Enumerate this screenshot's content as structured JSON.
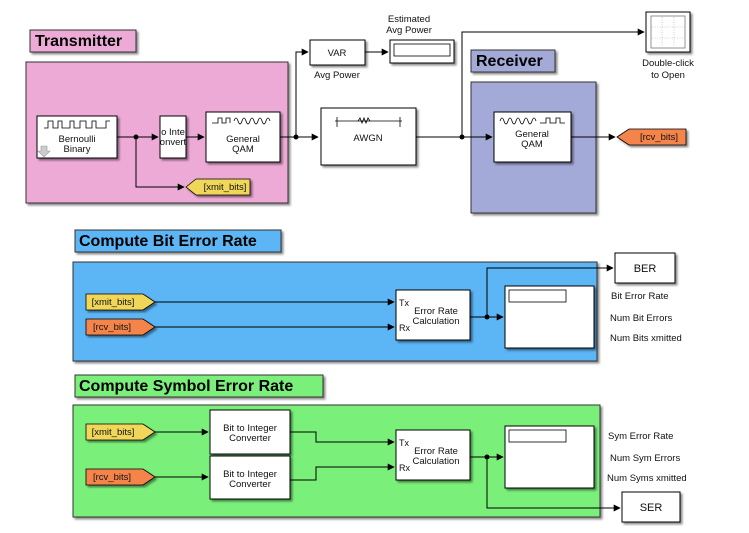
{
  "areas": {
    "transmitter": {
      "title": "Transmitter",
      "color": "#eeaad6"
    },
    "receiver": {
      "title": "Receiver",
      "color": "#a4aad8"
    },
    "ber": {
      "title": "Compute Bit Error Rate",
      "color": "#5bb5f5"
    },
    "ser": {
      "title": "Compute Symbol Error Rate",
      "color": "#7af07a"
    }
  },
  "blocks": {
    "bernoulli": {
      "line1": "Bernoulli",
      "line2": "Binary"
    },
    "bit_to_int_tx": {
      "line1": "o Inte",
      "line2": "onvert"
    },
    "qam_mod": {
      "line1": "General",
      "line2": "QAM"
    },
    "var": {
      "label": "VAR",
      "caption": "Avg Power"
    },
    "estimated_power": {
      "line1": "Estimated",
      "line2": "Avg Power"
    },
    "awgn": {
      "label": "AWGN"
    },
    "qam_demod": {
      "line1": "General",
      "line2": "QAM"
    },
    "scope": {
      "line1": "Double-click",
      "line2": "to Open"
    },
    "goto_xmit": {
      "label": "[xmit_bits]"
    },
    "goto_rcv": {
      "label": "[rcv_bits]"
    },
    "from_xmit_ber": {
      "label": "[xmit_bits]"
    },
    "from_rcv_ber": {
      "label": "[rcv_bits]"
    },
    "err_calc_ber": {
      "port_tx": "Tx",
      "port_rx": "Rx",
      "line1": "Error Rate",
      "line2": "Calculation"
    },
    "ber_out": {
      "label": "BER"
    },
    "ber_display_labels": [
      "Bit Error Rate",
      "Num Bit Errors",
      "Num Bits xmitted"
    ],
    "from_xmit_ser": {
      "label": "[xmit_bits]"
    },
    "from_rcv_ser": {
      "label": "[rcv_bits]"
    },
    "b2i_1": {
      "line1": "Bit to Integer",
      "line2": "Converter"
    },
    "b2i_2": {
      "line1": "Bit to Integer",
      "line2": "Converter"
    },
    "err_calc_ser": {
      "port_tx": "Tx",
      "port_rx": "Rx",
      "line1": "Error Rate",
      "line2": "Calculation"
    },
    "ser_out": {
      "label": "SER"
    },
    "ser_display_labels": [
      "Sym Error Rate",
      "Num Sym Errors",
      "Num Syms xmitted"
    ]
  },
  "colors": {
    "goto_yellow": "#f0d75a",
    "goto_orange": "#f5844c",
    "block_fill": "#ffffff",
    "line": "#000000"
  }
}
